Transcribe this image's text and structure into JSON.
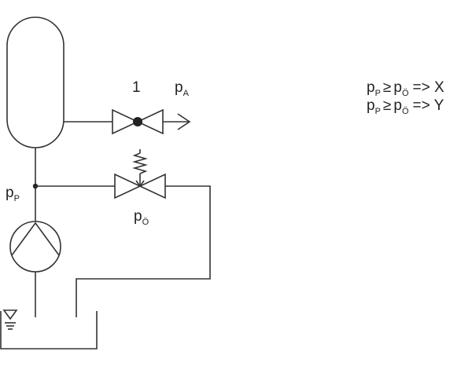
{
  "diagram": {
    "colors": {
      "line": "#333333",
      "text": "#222222",
      "background": "#ffffff"
    },
    "valve_number": "1",
    "p": "p",
    "sub_A": "A",
    "sub_P": "P",
    "sub_O": "Ö",
    "formulas": [
      {
        "lhs_sub": "P",
        "op": "≥",
        "rhs_sub": "Ö",
        "result": "=> X"
      },
      {
        "lhs_sub": "P",
        "op": "≥",
        "rhs_sub": "Ö",
        "result": "=> Y"
      }
    ]
  }
}
